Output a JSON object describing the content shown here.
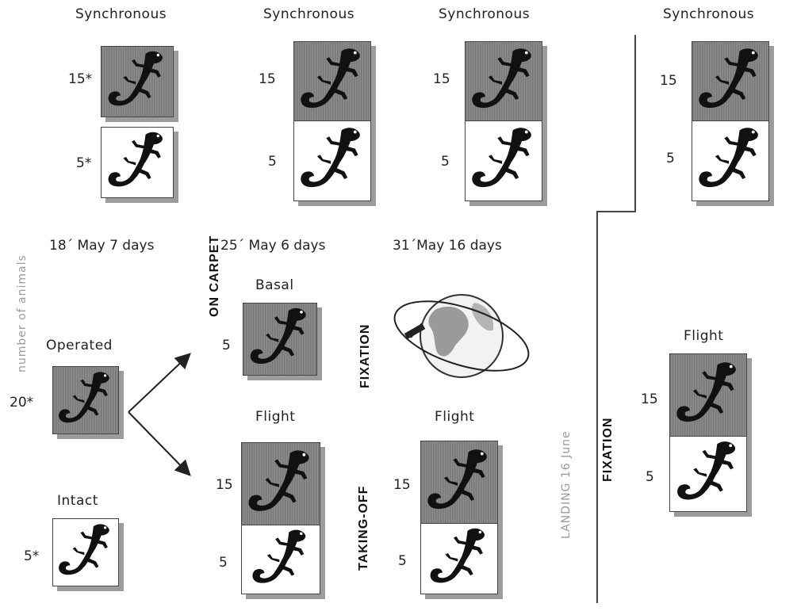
{
  "headers": {
    "sync_col1": "Synchronous",
    "sync_col2": "Synchronous",
    "sync_col3": "Synchronous",
    "sync_col4": "Synchronous",
    "basal": "Basal",
    "flight_col2": "Flight",
    "flight_col3": "Flight",
    "flight_col4": "Flight",
    "operated": "Operated",
    "intact": "Intact"
  },
  "numbers": {
    "c1_top": "15*",
    "c1_bottom": "5*",
    "c2_top": "15",
    "c2_bottom": "5",
    "c3_top": "15",
    "c3_bottom": "5",
    "c4_top": "15",
    "c4_bottom": "5",
    "basal": "5",
    "flight2_top": "15",
    "flight2_bottom": "5",
    "flight3_top": "15",
    "flight3_bottom": "5",
    "flight4_top": "15",
    "flight4_bottom": "5",
    "operated": "20*",
    "intact": "5*"
  },
  "dates": {
    "d1": "18´ May 7 days",
    "d2": "25´ May 6 days",
    "d3": "31´May 16 days"
  },
  "vertical": {
    "on_carpet": "ON CARPET",
    "fixation1": "FIXATION",
    "taking_off": "TAKING-OFF",
    "fixation2": "FIXATION",
    "landing": "LANDING 16 June",
    "number_animals": "number of animals"
  },
  "colors": {
    "dark_tile": "#7a7a7a",
    "ink": "#111111",
    "shadow": "#9c9c9c"
  },
  "icons": [
    "gecko-icon",
    "earth-satellite-icon",
    "arrow-icon"
  ]
}
